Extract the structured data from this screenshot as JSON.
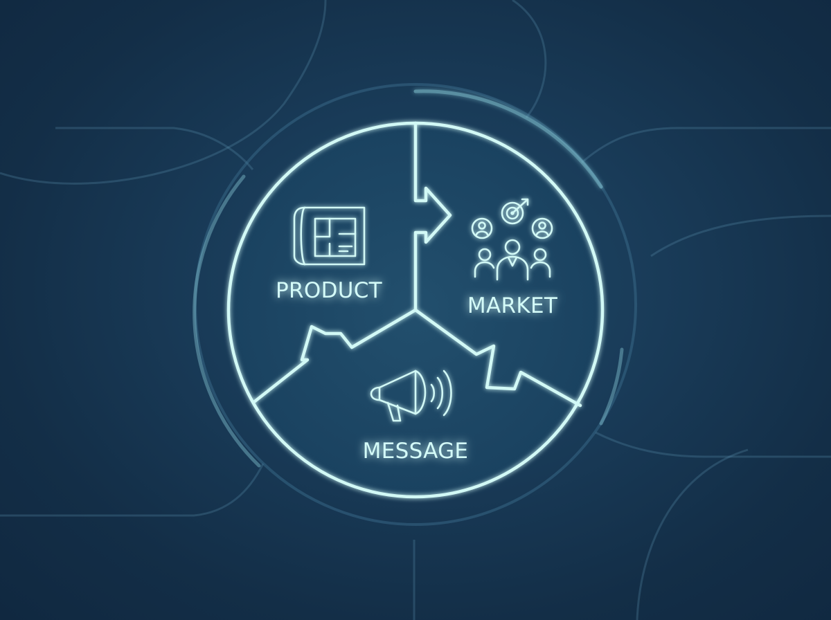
{
  "diagram": {
    "segments": [
      {
        "label": "PRODUCT",
        "icon": "blueprint-icon"
      },
      {
        "label": "MARKET",
        "icon": "target-audience-icon"
      },
      {
        "label": "MESSAGE",
        "icon": "megaphone-icon"
      }
    ]
  },
  "colors": {
    "background": "#17344f",
    "line": "#d2f9f6",
    "text": "#d4fbf8"
  }
}
